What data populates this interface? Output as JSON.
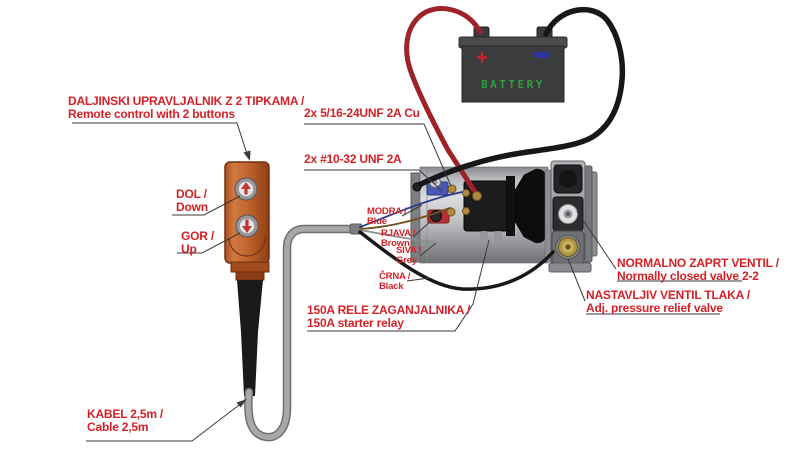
{
  "colors": {
    "label-red": "#d42127",
    "battery-green": "#2f9e41",
    "remote-orange": "#bf5f2d",
    "cable-red": "#9e2227",
    "cable-black": "#17171a",
    "cable-grey": "#a7a8aa",
    "terminal-blue": "#4a57b5",
    "terminal-red": "#b92f31",
    "brass": "#b08a3e"
  },
  "battery": {
    "name": "BATTERY",
    "plus": "+",
    "minus": "−"
  },
  "labels": {
    "remote": {
      "sl": "DALJINSKI UPRAVLJALNIK Z 2 TIPKAMA /",
      "en": "Remote control with 2 buttons"
    },
    "down": {
      "sl": "DOL /",
      "en": "Down"
    },
    "up": {
      "sl": "GOR /",
      "en": "Up"
    },
    "stud_large": {
      "text": "2x 5/16-24UNF 2A Cu"
    },
    "stud_small": {
      "text": "2x #10-32 UNF 2A"
    },
    "wire_blue": {
      "sl": "MODRA /",
      "en": "Blue"
    },
    "wire_brown": {
      "sl": "RJAVA /",
      "en": "Brown"
    },
    "wire_grey": {
      "sl": "SIVA /",
      "en": "Grey"
    },
    "wire_black": {
      "sl": "ČRNA /",
      "en": "Black"
    },
    "starter_relay": {
      "sl": "150A RELE ZAGANJALNIKA /",
      "en": "150A starter relay"
    },
    "nc_valve": {
      "sl": "NORMALNO ZAPRT VENTIL /",
      "en": "Normally closed valve 2-2"
    },
    "relief_valve": {
      "sl": "NASTAVLJIV VENTIL TLAKA /",
      "en": "Adj. pressure relief valve"
    },
    "cable": {
      "sl": "KABEL 2,5m /",
      "en": "Cable 2,5m"
    }
  }
}
